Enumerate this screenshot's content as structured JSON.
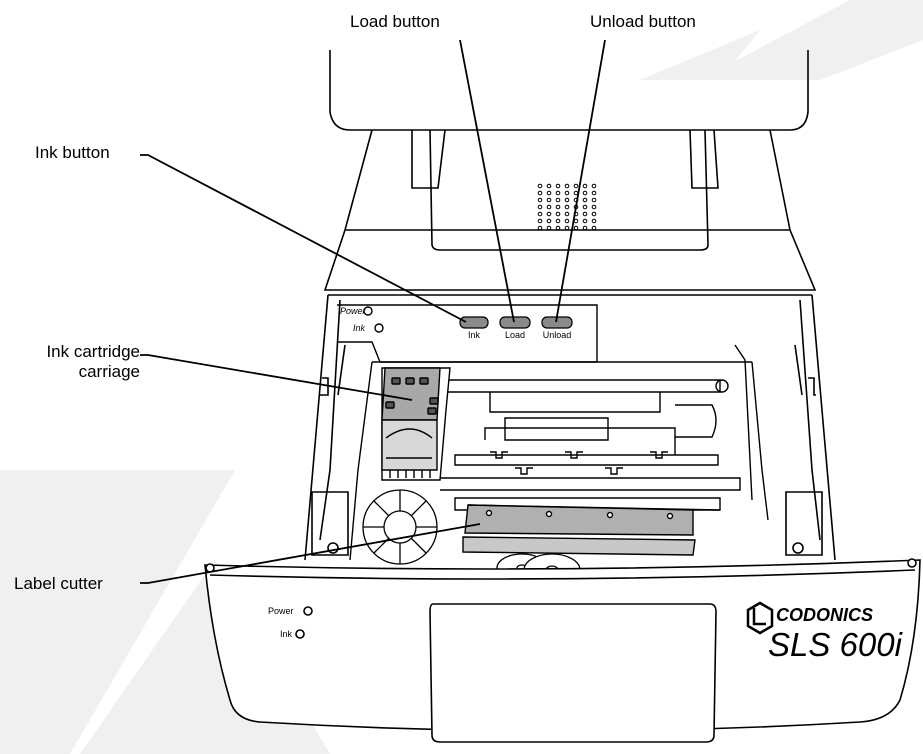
{
  "callouts": {
    "load_button": "Load button",
    "unload_button": "Unload button",
    "ink_button": "Ink button",
    "ink_cartridge_carriage_line1": "Ink cartridge",
    "ink_cartridge_carriage_line2": "carriage",
    "label_cutter": "Label cutter"
  },
  "control_panel": {
    "power_indicator": "Power",
    "ink_indicator": "Ink",
    "buttons": [
      {
        "label": "Ink"
      },
      {
        "label": "Load"
      },
      {
        "label": "Unload"
      }
    ]
  },
  "front_panel": {
    "power_indicator": "Power",
    "ink_indicator": "Ink",
    "brand": "CODONICS",
    "model": "SLS 600i"
  },
  "colors": {
    "line": "#000000",
    "watermark": "#f0f0f0",
    "button_fill": "#8a8a8a",
    "cutter_fill": "#b0b0b0",
    "cartridge_fill": "#a8a8a8"
  }
}
